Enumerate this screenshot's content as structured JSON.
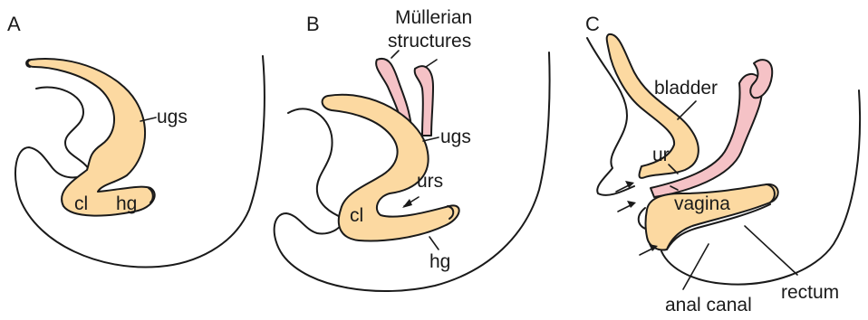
{
  "colors": {
    "tissue_fill": "#fcd9a1",
    "mullerian_fill": "#f5c2c6",
    "line": "#1a1a1a"
  },
  "panels": {
    "a": {
      "letter": "A",
      "labels": {
        "ugs": "ugs",
        "cl": "cl",
        "hg": "hg"
      }
    },
    "b": {
      "letter": "B",
      "labels": {
        "mullerian_line1": "Müllerian",
        "mullerian_line2": "structures",
        "ugs": "ugs",
        "urs": "urs",
        "cl": "cl",
        "hg": "hg"
      }
    },
    "c": {
      "letter": "C",
      "labels": {
        "bladder": "bladder",
        "ur": "ur",
        "vagina": "vagina",
        "anal_canal": "anal canal",
        "rectum": "rectum"
      }
    }
  }
}
